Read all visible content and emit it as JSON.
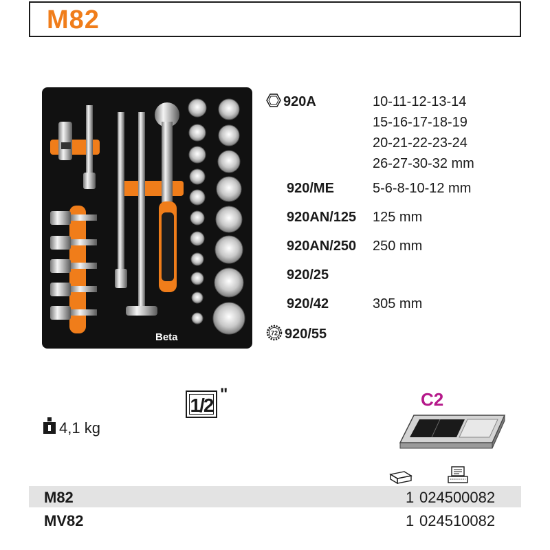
{
  "header": {
    "title": "M82"
  },
  "specs": [
    {
      "code": "920A",
      "values": [
        "10-11-12-13-14",
        "15-16-17-18-19",
        "20-21-22-23-24",
        "26-27-30-32 mm"
      ],
      "icon": "hexagon-icon"
    },
    {
      "code": "920/ME",
      "values": [
        "5-6-8-10-12 mm"
      ]
    },
    {
      "code": "920AN/125",
      "values": [
        "125 mm"
      ]
    },
    {
      "code": "920AN/250",
      "values": [
        "250 mm"
      ]
    },
    {
      "code": "920/25",
      "values": []
    },
    {
      "code": "920/42",
      "values": [
        "305 mm"
      ]
    },
    {
      "code": "920/55",
      "values": [],
      "icon": "ratchet-gear-icon",
      "icon_text": "72"
    }
  ],
  "tray_brand": "Beta",
  "weight": {
    "icon": "weight-icon",
    "text": "4,1 kg"
  },
  "drive": {
    "size": "1/2",
    "unit": "\""
  },
  "tray_type": {
    "code": "C2",
    "icon": "tray-c2-drawing"
  },
  "columns": [
    {
      "icon": "package-box-icon"
    },
    {
      "icon": "barcode-terminal-icon"
    }
  ],
  "products": [
    {
      "code": "M82",
      "qty": "1",
      "number": "024500082"
    },
    {
      "code": "MV82",
      "qty": "1",
      "number": "024510082"
    }
  ],
  "colors": {
    "brand_orange": "#f07d1a",
    "tray_magenta": "#b5198a",
    "foam_black": "#111111"
  }
}
